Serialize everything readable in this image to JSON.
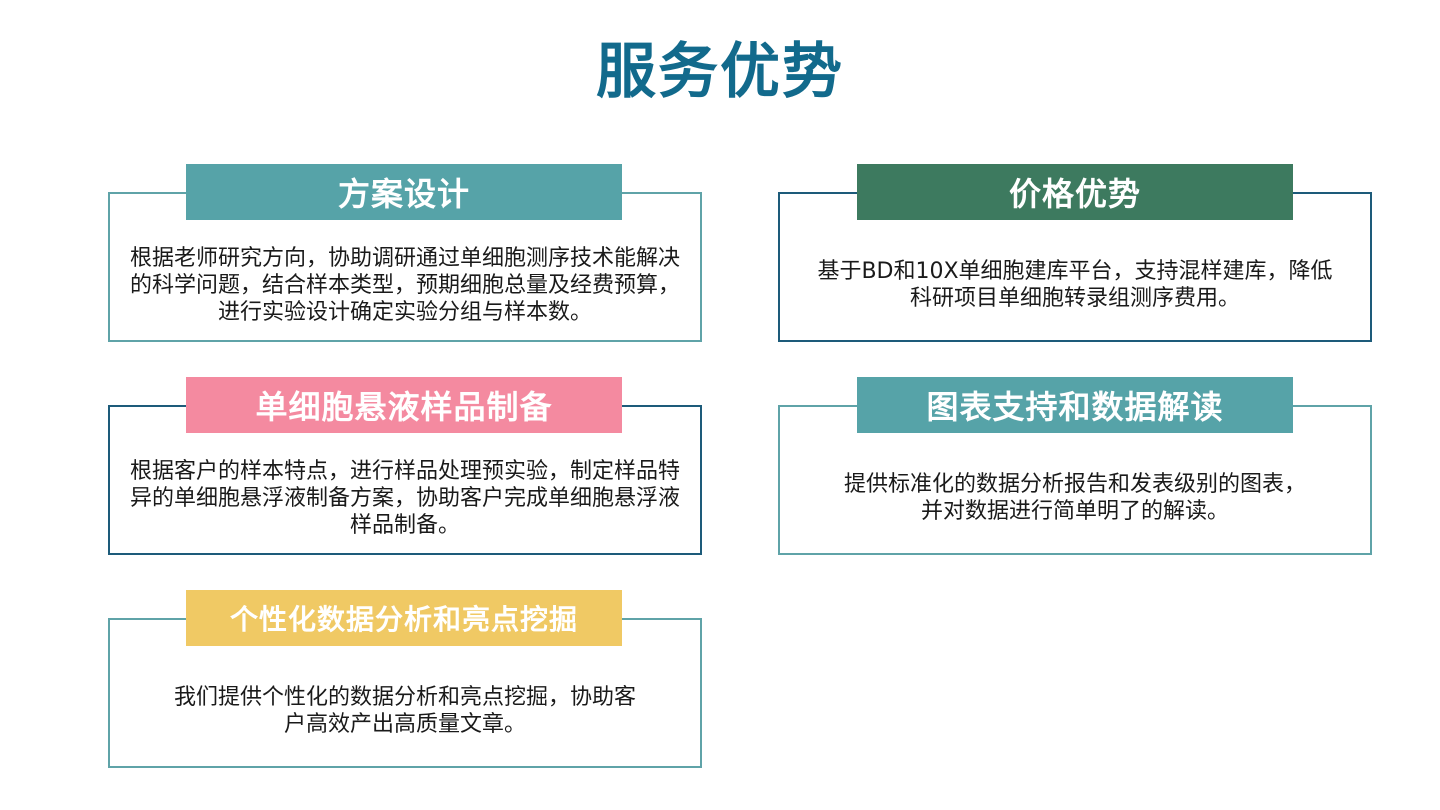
{
  "title": "服务优势",
  "colors": {
    "title": "#126a8c",
    "teal": "#56a3a8",
    "green": "#3d7a5f",
    "pink": "#f48aa0",
    "yellow": "#f0c964",
    "border_teal": "#5fa3a8",
    "border_navy": "#1d5b7a"
  },
  "cards": [
    {
      "header": "方案设计",
      "body": "根据老师研究方向，协助调研通过单细胞测序技术能解决的科学问题，结合样本类型，预期细胞总量及经费预算，进行实验设计确定实验分组与样本数。"
    },
    {
      "header": "价格优势",
      "body": "基于BD和10X单细胞建库平台，支持混样建库，降低科研项目单细胞转录组测序费用。"
    },
    {
      "header": "单细胞悬液样品制备",
      "body": "根据客户的样本特点，进行样品处理预实验，制定样品特异的单细胞悬浮液制备方案，协助客户完成单细胞悬浮液样品制备。"
    },
    {
      "header": "图表支持和数据解读",
      "body": "提供标准化的数据分析报告和发表级别的图表，并对数据进行简单明了的解读。"
    },
    {
      "header": "个性化数据分析和亮点挖掘",
      "body": "我们提供个性化的数据分析和亮点挖掘，协助客户高效产出高质量文章。"
    }
  ]
}
